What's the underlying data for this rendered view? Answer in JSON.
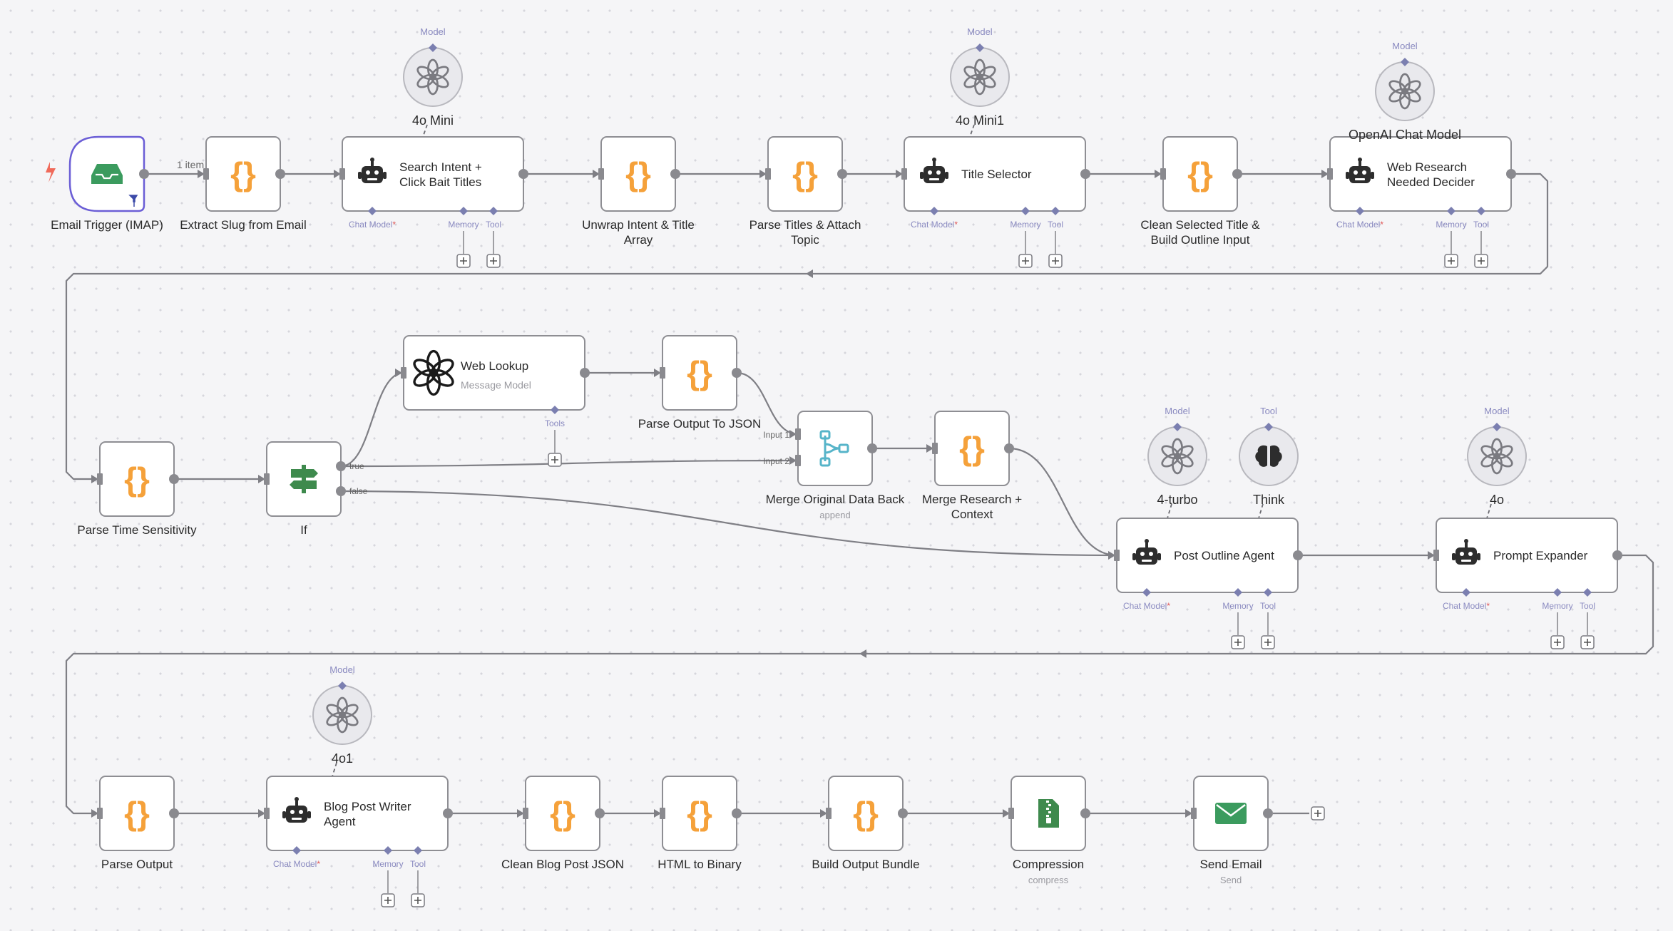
{
  "workflow": {
    "edge_label_1": "1 item",
    "nodes": [
      {
        "id": "email",
        "type": "trigger",
        "label": "Email Trigger (IMAP)"
      },
      {
        "id": "extract",
        "type": "code",
        "label": "Extract Slug from Email"
      },
      {
        "id": "search",
        "type": "agent",
        "label": "Search Intent +\nClick Bait Titles"
      },
      {
        "id": "unwrap",
        "type": "code",
        "label": "Unwrap Intent & Title\nArray"
      },
      {
        "id": "parsetitles",
        "type": "code",
        "label": "Parse Titles & Attach\nTopic"
      },
      {
        "id": "titlesel",
        "type": "agent",
        "label": "Title Selector"
      },
      {
        "id": "clean",
        "type": "code",
        "label": "Clean Selected Title &\nBuild Outline Input"
      },
      {
        "id": "webres",
        "type": "agent",
        "label": "Web Research\nNeeded Decider"
      },
      {
        "id": "timesens",
        "type": "code",
        "label": "Parse Time Sensitivity"
      },
      {
        "id": "if",
        "type": "if",
        "label": "If",
        "out_true": "true",
        "out_false": "false"
      },
      {
        "id": "weblookup",
        "type": "openai",
        "label": "Web Lookup",
        "sublabel": "Message Model",
        "tools_label": "Tools"
      },
      {
        "id": "parsejson",
        "type": "code",
        "label": "Parse Output To JSON"
      },
      {
        "id": "merge",
        "type": "merge",
        "label": "Merge Original Data Back",
        "sublabel": "append",
        "in1": "Input 1",
        "in2": "Input 2"
      },
      {
        "id": "mergeres",
        "type": "code",
        "label": "Merge Research +\nContext"
      },
      {
        "id": "outline",
        "type": "agent",
        "label": "Post Outline Agent"
      },
      {
        "id": "expander",
        "type": "agent",
        "label": "Prompt Expander"
      },
      {
        "id": "parseout",
        "type": "code",
        "label": "Parse Output"
      },
      {
        "id": "writer",
        "type": "agent",
        "label": "Blog Post Writer\nAgent"
      },
      {
        "id": "cleanblog",
        "type": "code",
        "label": "Clean Blog Post JSON"
      },
      {
        "id": "htmlbin",
        "type": "code",
        "label": "HTML to Binary"
      },
      {
        "id": "bundle",
        "type": "code",
        "label": "Build Output Bundle"
      },
      {
        "id": "compress",
        "type": "compress",
        "label": "Compression",
        "sublabel": "compress"
      },
      {
        "id": "sendmail",
        "type": "email",
        "label": "Send Email",
        "sublabel": "Send"
      }
    ],
    "sub_nodes": [
      {
        "id": "m1",
        "icon": "openai",
        "label": "4o Mini",
        "port_label": "Model"
      },
      {
        "id": "m2",
        "icon": "openai",
        "label": "4o Mini1",
        "port_label": "Model"
      },
      {
        "id": "m3",
        "icon": "openai",
        "label": "OpenAI Chat Model",
        "port_label": "Model"
      },
      {
        "id": "m4",
        "icon": "openai",
        "label": "4-turbo",
        "port_label": "Model"
      },
      {
        "id": "t1",
        "icon": "brain",
        "label": "Think",
        "port_label": "Tool"
      },
      {
        "id": "m5",
        "icon": "openai",
        "label": "4o",
        "port_label": "Model"
      },
      {
        "id": "m6",
        "icon": "openai",
        "label": "4o1",
        "port_label": "Model"
      }
    ],
    "port_labels": {
      "chat_model": "Chat Model",
      "memory": "Memory",
      "tool": "Tool",
      "required_mark": "*"
    }
  },
  "colors": {
    "background": "#f5f5f7",
    "node_border": "#8e8e93",
    "trigger_border": "#6b5ed6",
    "code_icon": "#f5a13a",
    "connection": "#7f7f85",
    "port_diamond": "#7b7fb0",
    "merge_icon": "#56b4c9",
    "if_icon": "#3e8a4d",
    "email_icon": "#3b9b5e",
    "compress_icon": "#3e8a4d",
    "lightning": "#f06a5a",
    "required": "#e05656"
  }
}
